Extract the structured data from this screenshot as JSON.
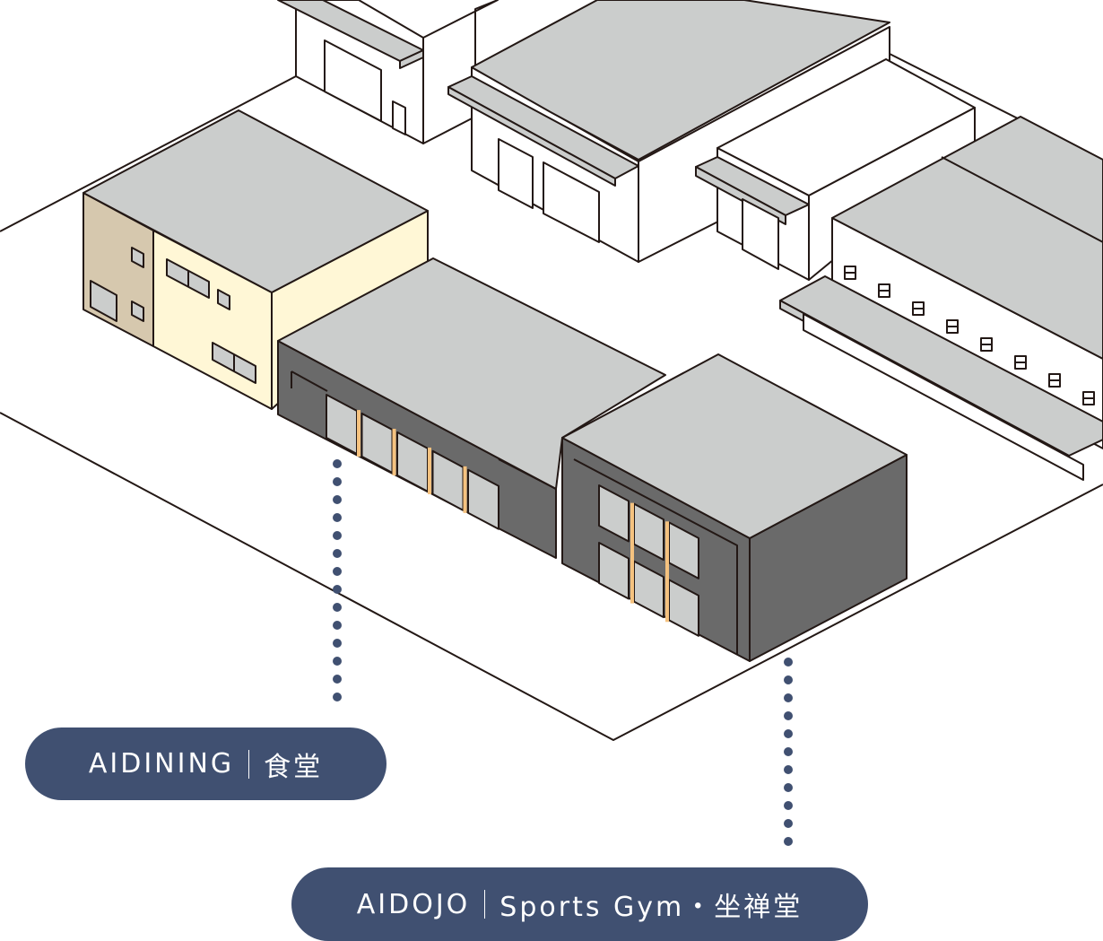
{
  "labels": {
    "dining": {
      "name": "AIDINING",
      "subtitle": "食堂"
    },
    "dojo": {
      "name": "AIDOJO",
      "subtitle": "Sports Gym・坐禅堂"
    }
  },
  "colors": {
    "roof": "#cbcdcc",
    "dark_wall": "#6a6a6a",
    "beige": "#d6c8ae",
    "cream": "#fff7d6",
    "label_bg": "#405071",
    "mullion": "#f5c27f",
    "outline": "#231815"
  }
}
